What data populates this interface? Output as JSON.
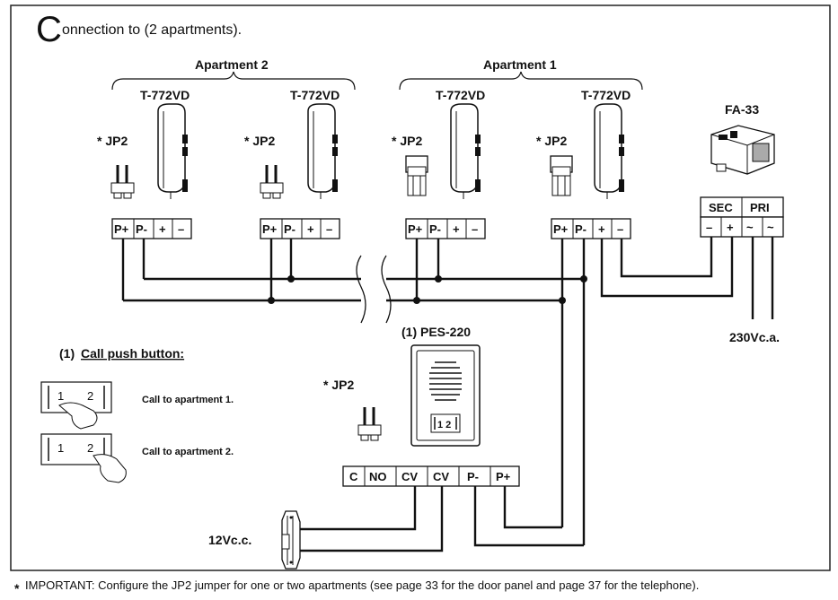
{
  "title": {
    "initial": "C",
    "rest": "onnection to (2 apartments)."
  },
  "groups": {
    "apartment2": "Apartment 2",
    "apartment1": "Apartment 1"
  },
  "phones": {
    "model": "T-772VD"
  },
  "jumper_label": "* JP2",
  "power_supply": {
    "model": "FA-33",
    "sec": "SEC",
    "pri": "PRI",
    "minus": "–",
    "plus": "+",
    "ac": "~",
    "voltage": "230Vc.a."
  },
  "phone_terminals": [
    "P+",
    "P-",
    "+",
    "–"
  ],
  "door_panel": {
    "label": "(1)  PES-220",
    "buttons": "1  2",
    "terminals": [
      "C",
      "NO",
      "CV",
      "CV",
      "P-",
      "P+"
    ]
  },
  "lock": {
    "voltage": "12Vc.c."
  },
  "legend": {
    "heading_prefix": "(1) ",
    "heading": "Call push button:",
    "item1": "Call to apartment 1.",
    "item2": "Call to apartment 2.",
    "btn_1": "1",
    "btn_2": "2"
  },
  "footnote": {
    "star": "*",
    "text": "IMPORTANT: Configure the JP2 jumper for one or two apartments (see page 33 for the door panel and page 37 for the telephone)."
  }
}
